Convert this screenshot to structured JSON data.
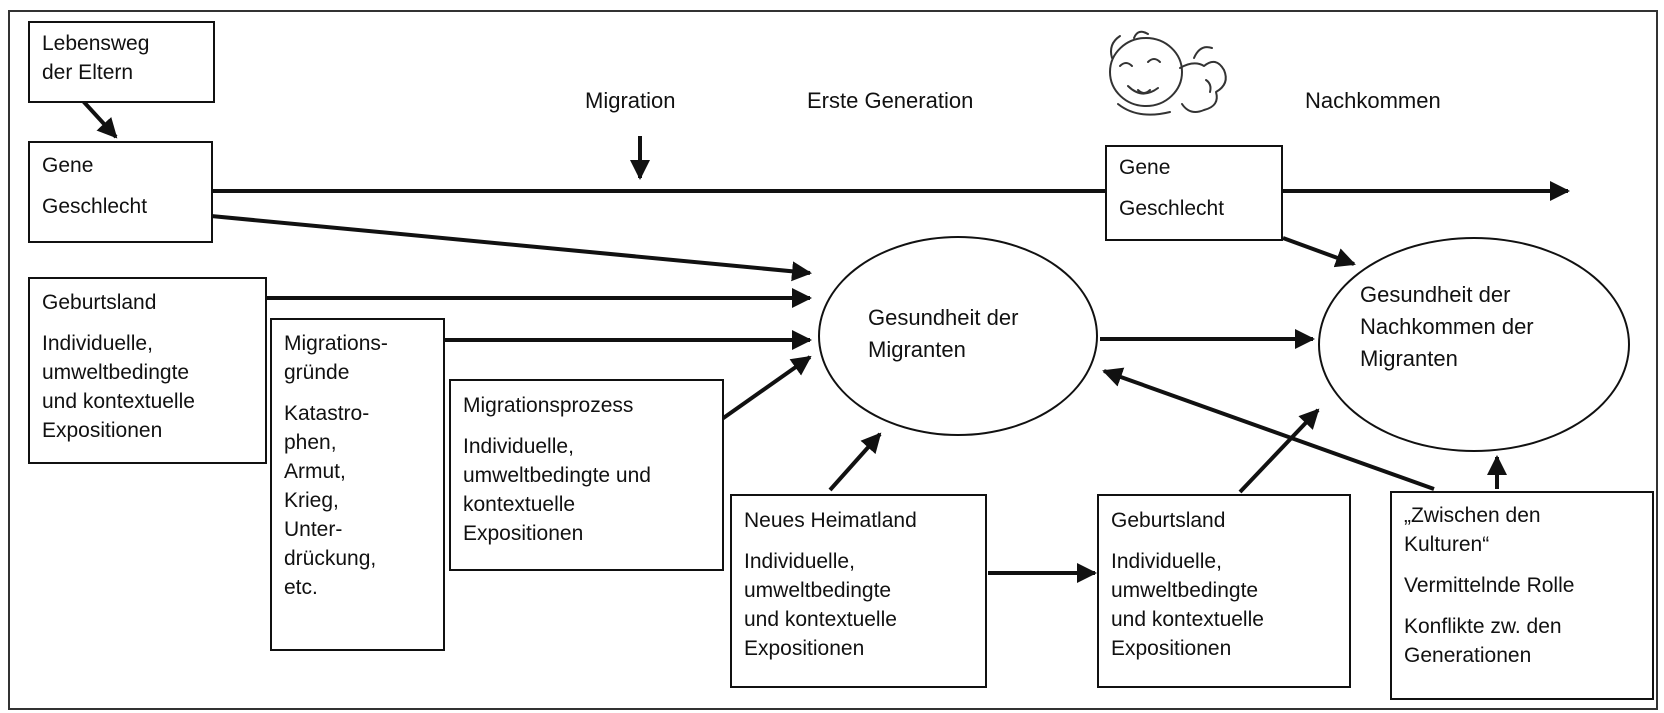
{
  "labels": {
    "migration": "Migration",
    "first_generation": "Erste Generation",
    "descendants": "Nachkommen"
  },
  "boxes": {
    "parents_life": {
      "line1": "Lebensweg",
      "line2": "der Eltern"
    },
    "genes_first": {
      "line1": "Gene",
      "line2": "Geschlecht"
    },
    "genes_desc": {
      "line1": "Gene",
      "line2": "Geschlecht"
    },
    "country_birth": {
      "title": "Geburtsland",
      "body1": "Individuelle,",
      "body2": "umweltbedingte",
      "body3": "und kontextuelle",
      "body4": "Expositionen"
    },
    "migration_reasons": {
      "title1": "Migrations-",
      "title2": "gründe",
      "b1": "Katastro-",
      "b2": "phen,",
      "b3": "Armut,",
      "b4": "Krieg,",
      "b5": "Unter-",
      "b6": "drückung,",
      "b7": "etc."
    },
    "migration_process": {
      "title": "Migrationsprozess",
      "body1": "Individuelle,",
      "body2": "umweltbedingte und",
      "body3": "kontextuelle",
      "body4": "Expositionen"
    },
    "new_homeland": {
      "title": "Neues Heimatland",
      "body1": "Individuelle,",
      "body2": "umweltbedingte",
      "body3": "und kontextuelle",
      "body4": "Expositionen"
    },
    "country_birth_desc": {
      "title": "Geburtsland",
      "body1": "Individuelle,",
      "body2": "umweltbedingte",
      "body3": "und kontextuelle",
      "body4": "Expositionen"
    },
    "between_cultures": {
      "title1": "„Zwischen den",
      "title2": "Kulturen“",
      "mediating": "Vermittelnde Rolle",
      "conflict1": "Konflikte zw. den",
      "conflict2": "Generationen"
    }
  },
  "ellipses": {
    "health_migrants": {
      "line1": "Gesundheit der",
      "line2": "Migranten"
    },
    "health_descendants": {
      "line1": "Gesundheit der",
      "line2": "Nachkommen der",
      "line3": "Migranten"
    }
  },
  "colors": {
    "stroke": "#111111",
    "background": "#ffffff"
  },
  "icons": {
    "baby": "baby-illustration-icon"
  }
}
